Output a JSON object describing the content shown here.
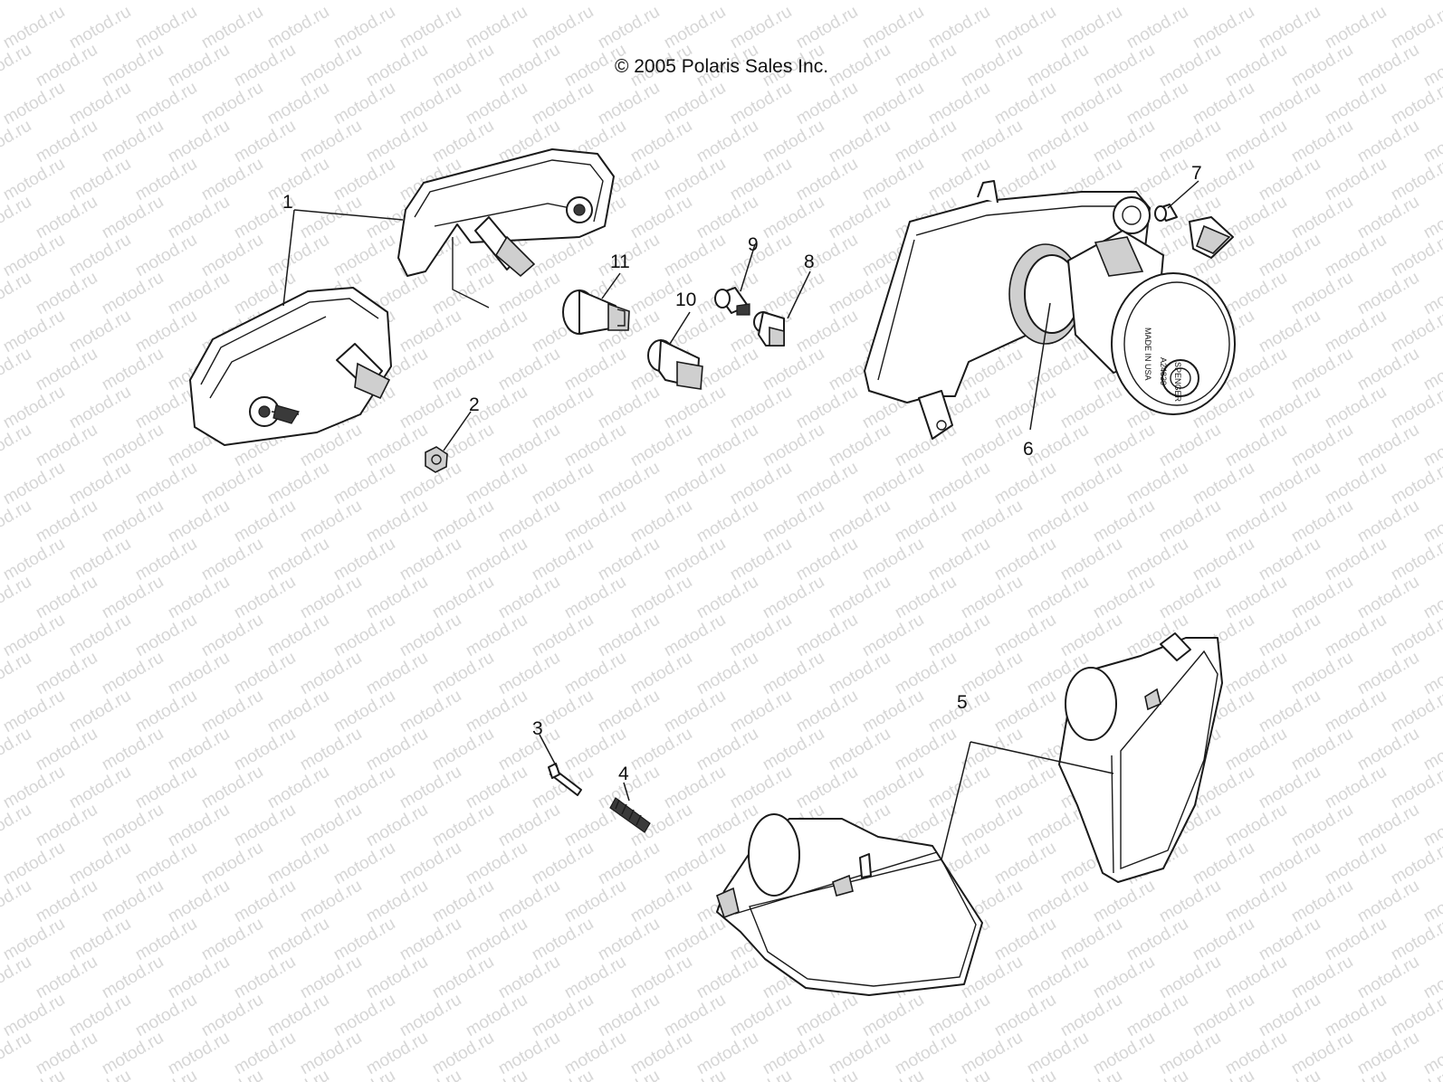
{
  "copyright": "© 2005 Polaris Sales Inc.",
  "watermark": "motod.ru",
  "callouts": [
    "1",
    "2",
    "3",
    "4",
    "5",
    "6",
    "7",
    "8",
    "9",
    "10",
    "11"
  ],
  "bulb_labels": {
    "made_in": "MADE IN USA",
    "part_code": "A24839",
    "brand": "SPENGER"
  },
  "colors": {
    "line": "#1a1a1a",
    "watermark": "#d6d6d6",
    "shade": "#cfcfcf"
  }
}
